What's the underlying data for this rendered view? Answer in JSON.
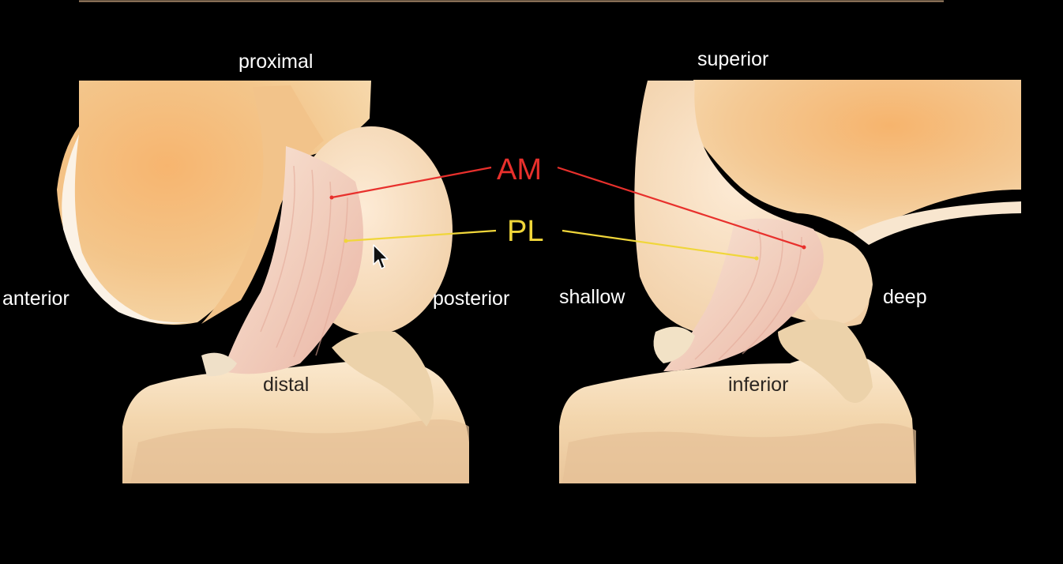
{
  "slide": {
    "left_image": {
      "labels": {
        "top": "proximal",
        "left": "anterior",
        "right": "posterior",
        "bottom": "distal"
      }
    },
    "right_image": {
      "labels": {
        "top": "superior",
        "left": "shallow",
        "right": "deep",
        "bottom": "inferior"
      }
    },
    "bundles": {
      "am": {
        "label": "AM",
        "color": "#e8302c"
      },
      "pl": {
        "label": "PL",
        "color": "#f0d63a"
      }
    },
    "colors": {
      "background": "#000000",
      "bone": "#f3c98f",
      "cartilage": "#f8e6cf",
      "ligament": "#f2d3c3",
      "top_rule": "#a8896a"
    }
  }
}
